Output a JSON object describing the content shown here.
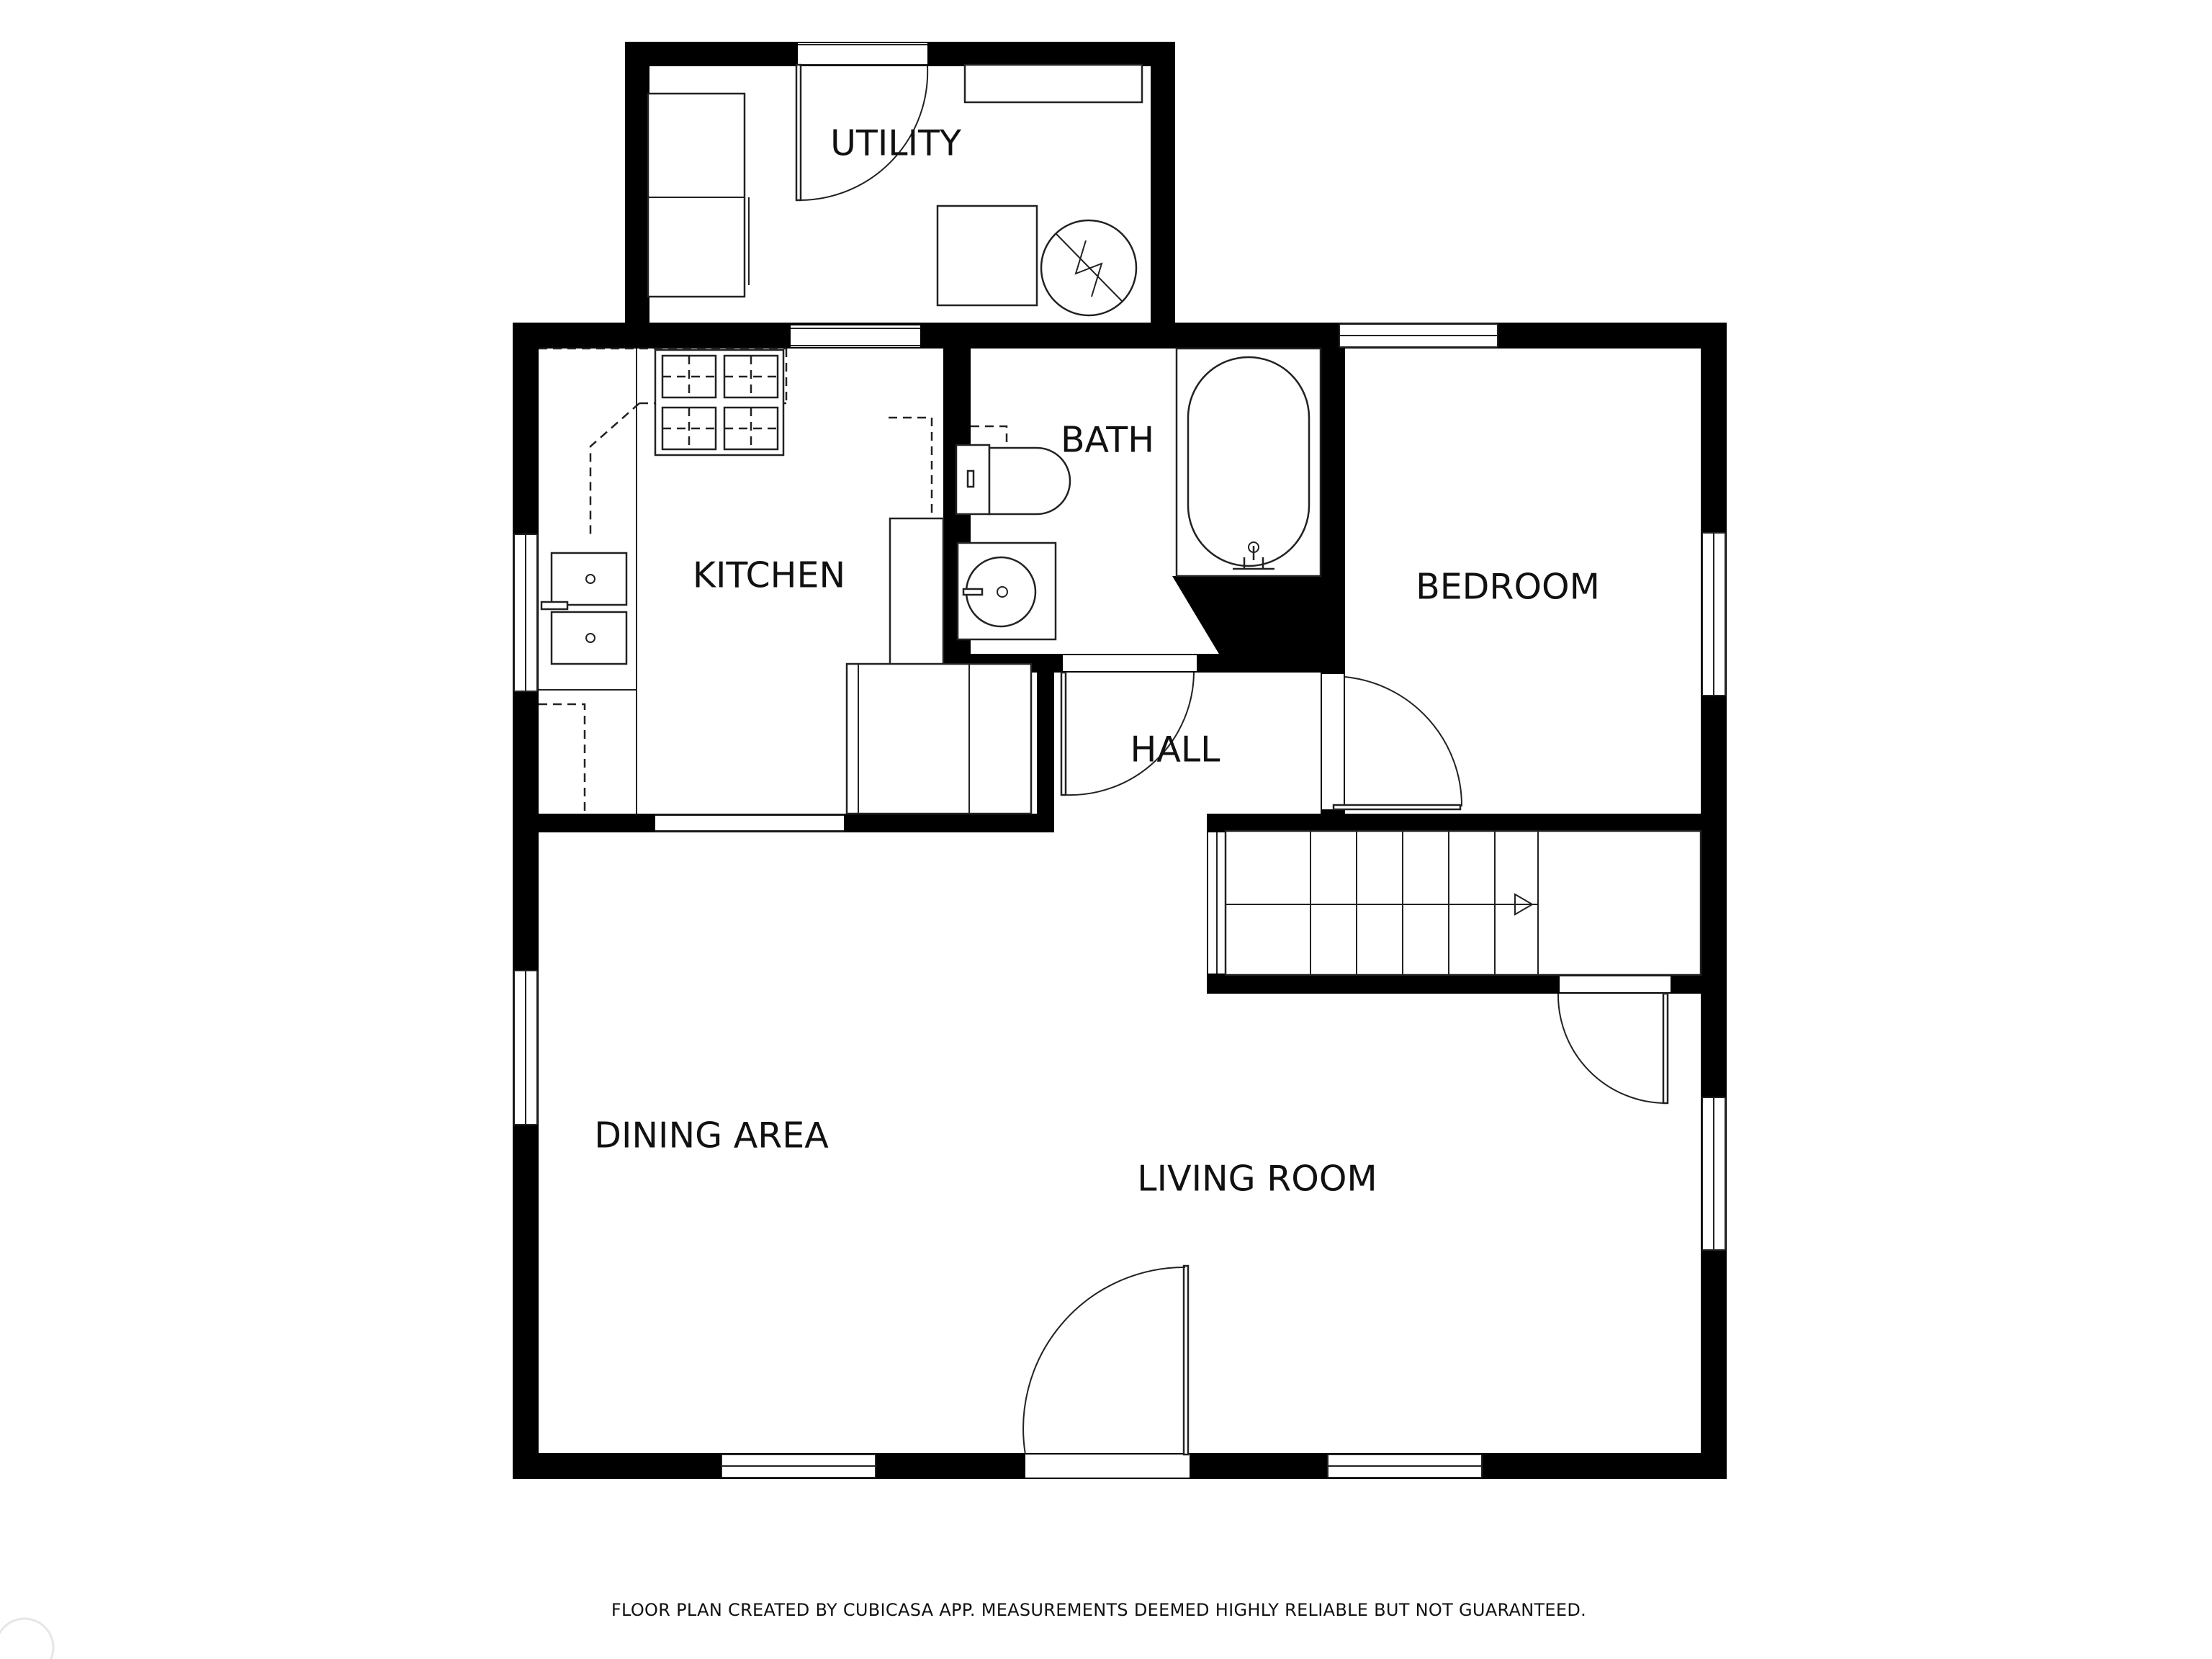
{
  "rooms": {
    "utility": "UTILITY",
    "bath": "BATH",
    "kitchen": "KITCHEN",
    "bedroom": "BEDROOM",
    "hall": "HALL",
    "dining": "DINING AREA",
    "living": "LIVING ROOM"
  },
  "footer": "FLOOR PLAN CREATED BY CUBICASA APP. MEASUREMENTS DEEMED HIGHLY RELIABLE BUT NOT GUARANTEED.",
  "colors": {
    "wall": "#000000",
    "background": "#ffffff",
    "line": "#222222"
  }
}
